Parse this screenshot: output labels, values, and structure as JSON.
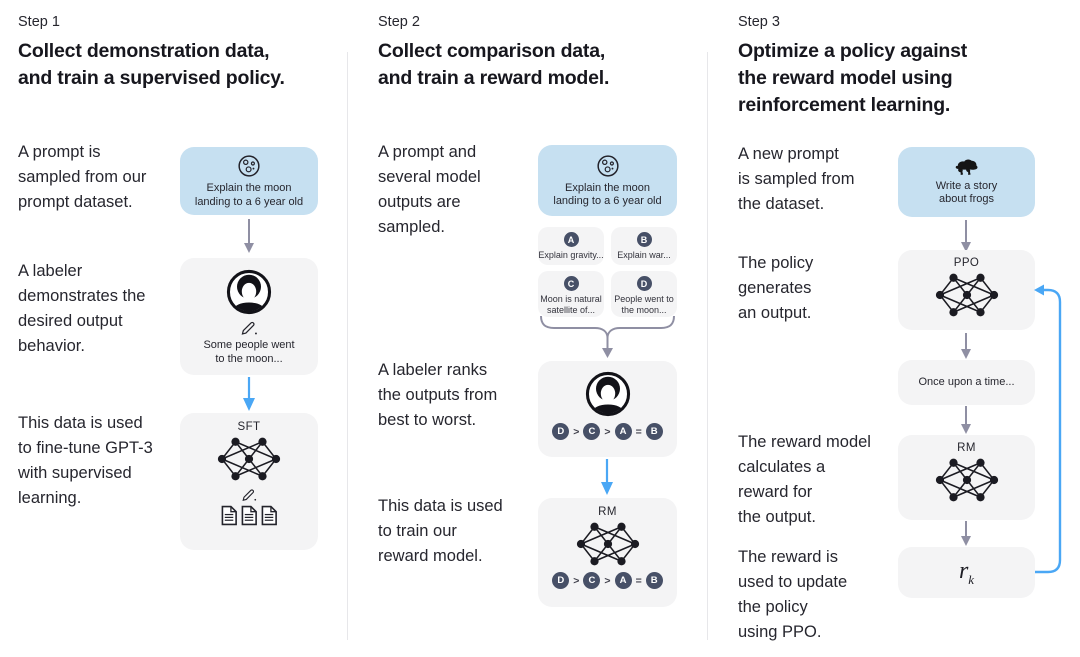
{
  "colors": {
    "prompt_box_bg": "#c6e0f1",
    "card_bg": "#f4f4f5",
    "arrow_gray": "#8f8fa3",
    "arrow_blue": "#4aa7f5",
    "badge_bg": "#475067",
    "text": "#26262e"
  },
  "steps": {
    "step1": {
      "label": "Step 1",
      "title": "Collect demonstration data,\nand train a supervised policy.",
      "para1": "A prompt is\nsampled from our\nprompt dataset.",
      "para2": "A labeler\ndemonstrates the\ndesired output\nbehavior.",
      "para3": "This data is used\nto fine-tune GPT-3\nwith supervised\nlearning.",
      "prompt_box": {
        "icon": "moon-icon",
        "text": "Explain the moon\nlanding to a 6 year old"
      },
      "labeler_box": {
        "icon": "labeler-icon",
        "pencil_icon": "pencil-icon",
        "text": "Some people went\nto the moon..."
      },
      "model_box": {
        "label": "SFT",
        "icons": [
          "neural-network-icon",
          "pencil-icon",
          "documents-icon"
        ]
      }
    },
    "step2": {
      "label": "Step 2",
      "title": "Collect comparison data,\nand train a reward model.",
      "para1": "A prompt and\nseveral model\noutputs are\nsampled.",
      "para2": "A labeler ranks\nthe outputs from\nbest to worst.",
      "para3": "This data is used\nto train our\nreward model.",
      "prompt_box": {
        "icon": "moon-icon",
        "text": "Explain the moon\nlanding to a 6 year old"
      },
      "options": [
        {
          "badge": "A",
          "text": "Explain gravity..."
        },
        {
          "badge": "B",
          "text": "Explain war..."
        },
        {
          "badge": "C",
          "text": "Moon is natural\nsatellite of..."
        },
        {
          "badge": "D",
          "text": "People went to\nthe moon..."
        }
      ],
      "ranking": [
        "D",
        ">",
        "C",
        ">",
        "A",
        "=",
        "B"
      ],
      "labeler_box": {
        "icon": "labeler-icon"
      },
      "model_box": {
        "label": "RM",
        "icons": [
          "neural-network-icon"
        ]
      }
    },
    "step3": {
      "label": "Step 3",
      "title": "Optimize a policy against\nthe reward model using\nreinforcement learning.",
      "para1": "A new prompt\nis sampled from\nthe dataset.",
      "para2": "The policy\ngenerates\nan output.",
      "para3": "The reward model\ncalculates a\nreward for\nthe output.",
      "para4": "The reward is\nused to update\nthe policy\nusing PPO.",
      "prompt_box": {
        "icon": "frog-icon",
        "text": "Write a story\nabout frogs"
      },
      "ppo_box": {
        "label": "PPO",
        "icons": [
          "neural-network-icon"
        ]
      },
      "output_box": {
        "text": "Once upon a time..."
      },
      "rm_box": {
        "label": "RM",
        "icons": [
          "neural-network-icon"
        ]
      },
      "reward_box": {
        "label_main": "r",
        "label_sub": "k"
      }
    }
  }
}
